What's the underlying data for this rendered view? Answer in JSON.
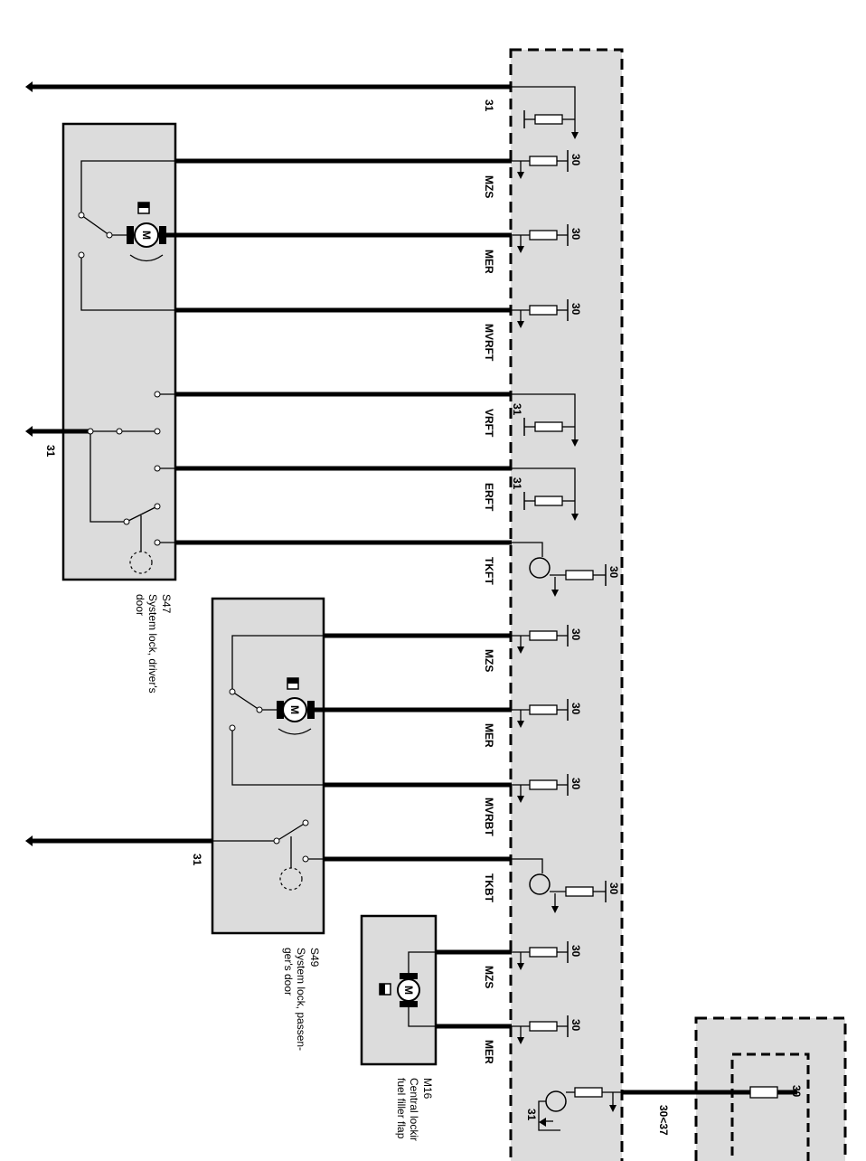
{
  "module": {
    "pins": [
      {
        "label": "31",
        "kind": "ground"
      },
      {
        "label": "MZS",
        "kind": "resistor",
        "terminal": "30"
      },
      {
        "label": "MER",
        "kind": "resistor",
        "terminal": "30"
      },
      {
        "label": "MVRFT",
        "kind": "resistor",
        "terminal": "30"
      },
      {
        "label": "VRFT",
        "kind": "ground",
        "terminal": "31"
      },
      {
        "label": "ERFT",
        "kind": "ground",
        "terminal": "31"
      },
      {
        "label": "TKFT",
        "kind": "transistor",
        "terminal": "30"
      },
      {
        "label": "MZS",
        "kind": "resistor",
        "terminal": "30"
      },
      {
        "label": "MER",
        "kind": "resistor",
        "terminal": "30"
      },
      {
        "label": "MVRBT",
        "kind": "resistor",
        "terminal": "30"
      },
      {
        "label": "TKBT",
        "kind": "transistor",
        "terminal": "30"
      },
      {
        "label": "MZS",
        "kind": "resistor",
        "terminal": "30"
      },
      {
        "label": "MER",
        "kind": "resistor",
        "terminal": "30"
      }
    ],
    "bottom_terminal": "31",
    "output_label": "30<37",
    "relay_terminal": "30"
  },
  "components": {
    "s47": {
      "code": "S47",
      "line1": "System lock, driver's",
      "line2": "door",
      "ground": "31"
    },
    "s49": {
      "code": "S49",
      "line1": "System lock, passen-",
      "line2": "ger's door",
      "ground": "31"
    },
    "m16": {
      "code": "M16",
      "line1": "Central lockir",
      "line2": "fuel filler flap"
    }
  },
  "motor_symbol": "M",
  "colors": {
    "box_fill": "#dcdcdc",
    "wire": "#000000"
  }
}
